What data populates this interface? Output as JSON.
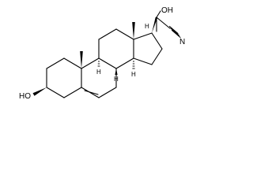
{
  "molecule": {
    "labels": {
      "oh_top": "OH",
      "nitrile": "N",
      "oh_bottom": "HO",
      "h_c8": "H",
      "h_c9": "H",
      "h_c14": "H",
      "h_c17": "H"
    },
    "colors": {
      "bond": "#000000",
      "text": "#000000",
      "background": "#ffffff"
    }
  }
}
